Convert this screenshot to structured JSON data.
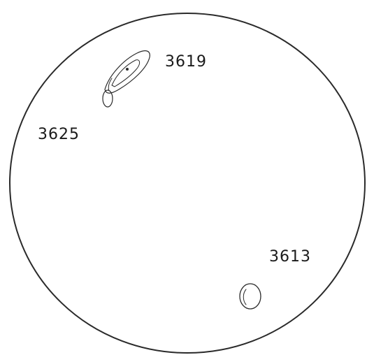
{
  "sketch": {
    "labels": {
      "top_right": "3619",
      "left": "3625",
      "bottom_right": "3613"
    }
  }
}
